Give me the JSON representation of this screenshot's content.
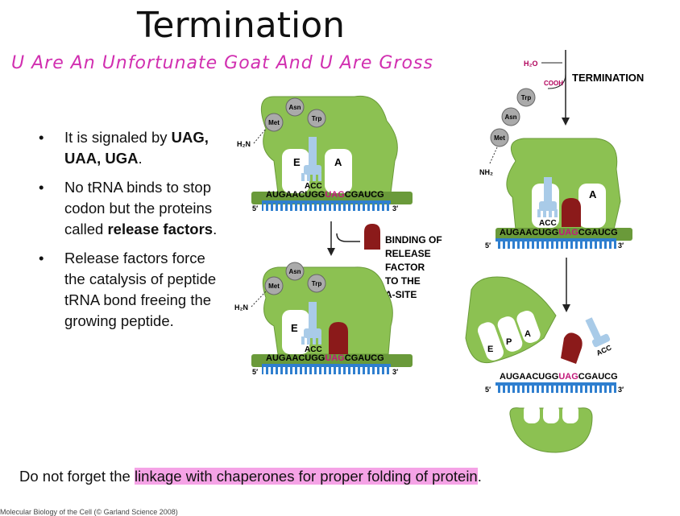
{
  "title": "Termination",
  "mnemonic": "U Are An Unfortunate Goat And U Are Gross",
  "bullets": [
    {
      "pre": "It is signaled by ",
      "bold": "UAG, UAA, UGA",
      "post": "."
    },
    {
      "pre": "No tRNA binds to stop codon but the proteins called ",
      "bold": "release factors",
      "post": "."
    },
    {
      "pre": "Release factors force the catalysis of peptide tRNA bond freeing the growing peptide.",
      "bold": "",
      "post": ""
    }
  ],
  "footer": {
    "pre": "Do not forget the ",
    "highlight": "linkage with chaperones for proper folding of protein",
    "post": "."
  },
  "citation": "Molecular Biology of the Cell (© Garland Science 2008)",
  "diagram": {
    "termination_label": "TERMINATION",
    "binding_label": [
      "BINDING OF",
      "RELEASE",
      "FACTOR",
      "TO THE",
      "A-SITE"
    ],
    "h2o": "H₂O",
    "cooh": "COOH",
    "nh2": "NH₂",
    "h2n": "H₂N",
    "amino_acids": [
      "Met",
      "Asn",
      "Trp"
    ],
    "sites": [
      "E",
      "P",
      "A"
    ],
    "anticodon": "ACC",
    "mrna_pre": "AUGAACUGG",
    "stop_codon": "UAG",
    "mrna_post": "CGAUCG",
    "five_prime": "5′",
    "three_prime": "3′"
  },
  "colors": {
    "ribosome": "#8cc152",
    "ribosome_dark": "#6a9a3a",
    "release_factor": "#8b1a1a",
    "trna": "#a9cbe8",
    "mrna": "#2f7fcf",
    "stop": "#c2187a",
    "highlight": "#f5a3e6"
  }
}
